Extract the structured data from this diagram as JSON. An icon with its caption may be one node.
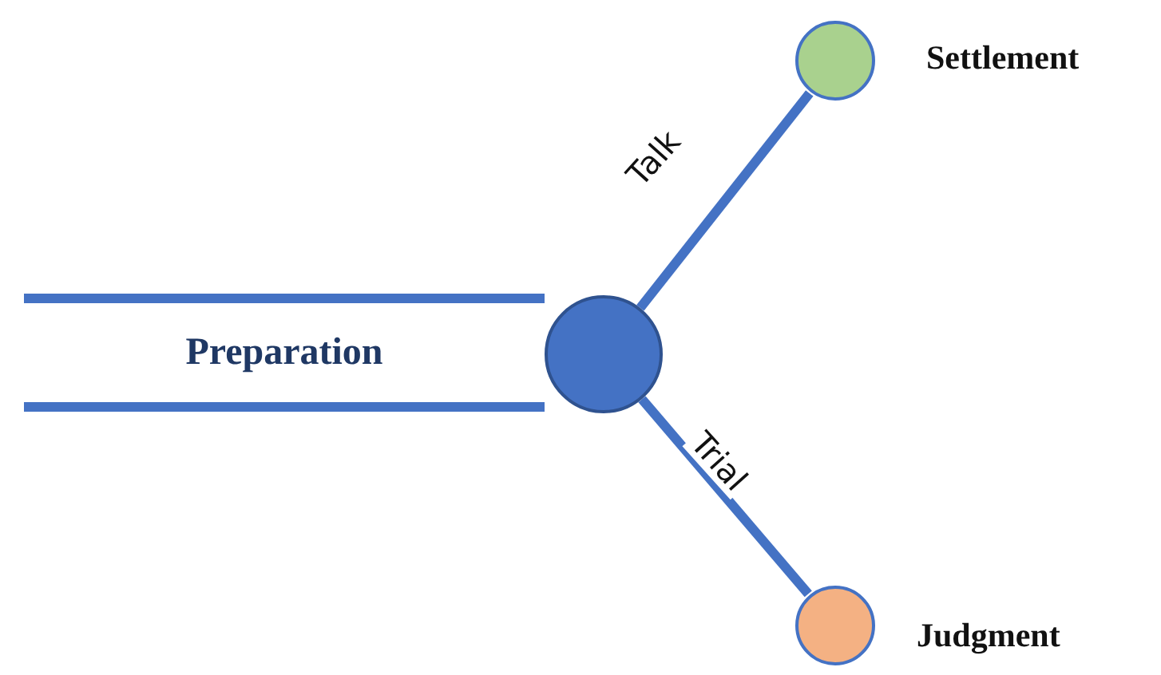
{
  "diagram": {
    "nodes": [
      {
        "text": [
          "Preparation"
        ]
      },
      {
        "text": [],
        "shape": "circle"
      },
      {
        "text": [],
        "shape": "circle",
        "beside": [
          "Settlement"
        ]
      },
      {
        "text": [],
        "shape": "circle",
        "beside": [
          "Judgment"
        ]
      }
    ],
    "edges": [
      {
        "from": 1,
        "to": 2,
        "arrow": "none",
        "label": "Talk"
      },
      {
        "from": 1,
        "to": 3,
        "arrow": "none",
        "label": "Trial"
      }
    ]
  }
}
